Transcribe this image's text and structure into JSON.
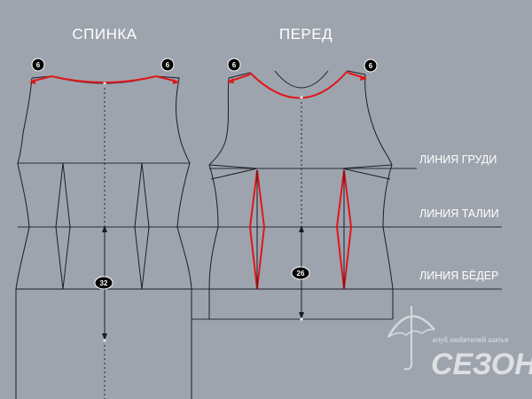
{
  "titles": {
    "back": "СПИНКА",
    "front": "ПЕРЕД"
  },
  "lines": {
    "bust": "ЛИНИЯ ГРУДИ",
    "waist": "ЛИНИЯ ТАЛИИ",
    "hip": "ЛИНИЯ БЁДЕР"
  },
  "badges": {
    "back_left": "6",
    "back_right": "6",
    "front_left": "6",
    "front_right": "6",
    "back_length": "32",
    "front_length": "26"
  },
  "logo": {
    "tagline": "клуб любителей шитья",
    "name": "СЕЗОН"
  },
  "colors": {
    "background": "#9ea4ad",
    "pattern_line": "#1b1d22",
    "highlight": "#e0161a",
    "text": "#ffffff"
  }
}
